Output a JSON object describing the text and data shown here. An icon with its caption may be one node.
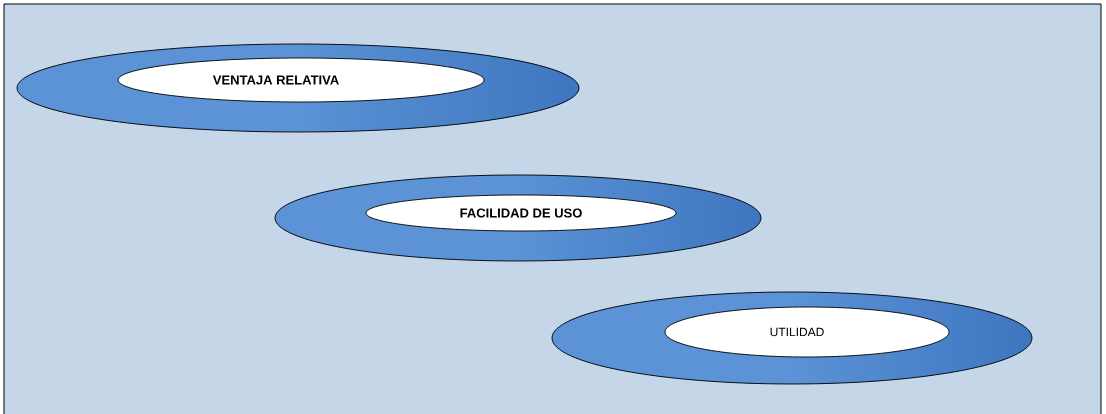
{
  "diagram": {
    "nodes": [
      {
        "text": [],
        "shape": "ellipse"
      },
      {
        "text": [
          "VENTAJA RELATIVA"
        ],
        "in": 0
      },
      {
        "text": [],
        "shape": "ellipse"
      },
      {
        "text": [
          "FACILIDAD DE USO"
        ],
        "in": 2
      },
      {
        "text": [],
        "shape": "ellipse"
      },
      {
        "text": [
          "UTILIDAD"
        ],
        "in": 4
      }
    ]
  }
}
